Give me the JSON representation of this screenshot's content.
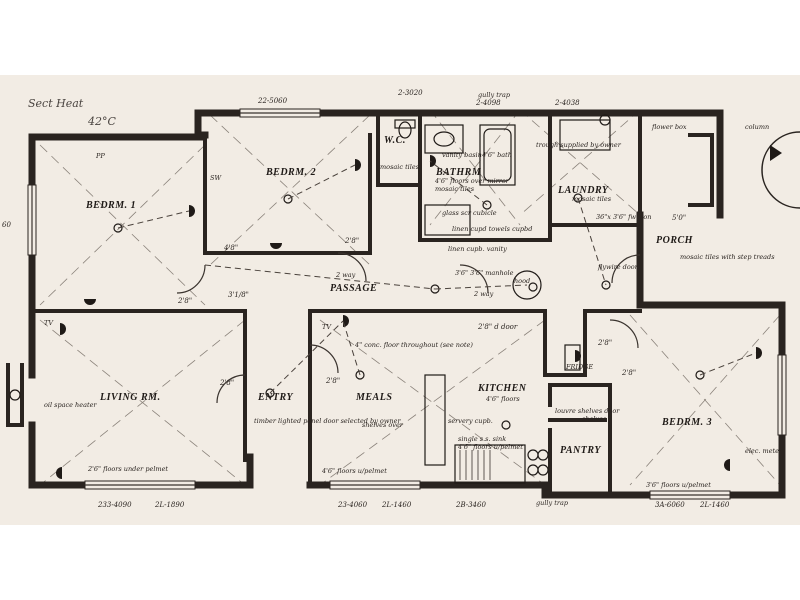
{
  "rooms": {
    "bed1": "BEDRM. 1",
    "bed2": "BEDRM. 2",
    "bed3": "BEDRM. 3",
    "wc": "W.C.",
    "bath": "BATHRM",
    "laundry": "LAUNDRY",
    "porch": "PORCH",
    "passage": "PASSAGE",
    "living": "LIVING RM.",
    "entry": "ENTRY",
    "meals": "MEALS",
    "kitchen": "KITCHEN",
    "pantry": "PANTRY"
  },
  "handwriting": {
    "line1": "Sect Heat",
    "line2": "42°C"
  },
  "dimensions": {
    "top_bed2": "22-5060",
    "top_wc": "2-3020",
    "top_bath": "2-4098",
    "top_laundry": "2-4038",
    "bottom_living": "233-4090",
    "bottom_living2": "2L-1890",
    "bottom_meals": "23-4060",
    "bottom_meals2": "2L-1460",
    "bottom_kitchen": "2B-3460",
    "bottom_bed3": "3A-6060",
    "bottom_bed3b": "2L-1460",
    "door_bed2": "2'8\"",
    "door_bed1": "2'8\"",
    "door_living": "2'8\"",
    "door_meals": "2'8\"",
    "door_passage": "2'8\" d door",
    "door_porch": "2'8\"",
    "door_bed3": "2'8\"",
    "side_bed1": "4'8\"",
    "side_bed2": "3'1/8\"",
    "side_porch": "5'0\"",
    "left_60": "60"
  },
  "notes": {
    "bath_floors": "4'6\" floors over mirror",
    "bath_mosaic": "mosaic tiles",
    "bath_vanity": "vanity basin",
    "bath_bath": "4'6\" bath",
    "bath_glass": "glass scr cubicle",
    "bath_linen": "linen cupd towels cupbd",
    "wc_mosaic": "mosaic tiles",
    "laundry_trough": "trough supplied by owner",
    "laundry_mosaic": "mosaic tiles",
    "laundry_iron": "36\"x 3'6\" fw iron",
    "flower_box": "flower box",
    "column": "column",
    "porch_tiles": "mosaic tiles with step treads",
    "porch_door": "flywire door",
    "linen": "linen cupb. vanity",
    "manhole": "3'6\" 3'6\" manhole",
    "hood": "hood",
    "passage_2way": "2 way",
    "passage_2way2": "2 way",
    "floor_note": "4\" conc. floor throughout (see note)",
    "entry_timber": "timber lighted panel door selected by owner",
    "living_oil": "oil space heater",
    "living_floors": "2'6\" floors under pelmet",
    "meals_floors": "4'6\" floors u/pelmet",
    "meals_shelves": "shelves over",
    "servery": "servery cupb.",
    "kitchen_floors": "4'6\" floors",
    "kitchen_sink": "single s.s. sink",
    "kitchen_floors2": "4'6\" floors u/pelmet",
    "pantry_louvre": "louvre shelves door",
    "pantry_shelves": "shelves",
    "fridge": "FRIDGE",
    "gully": "gully trap",
    "gully2": "gully trap",
    "tv1": "TV",
    "tv2": "TV",
    "bed3_meter": "elec. meter",
    "bed3_floors": "3'6\" floors u/pelmet",
    "sw_label": "SW",
    "pp_label": "PP"
  }
}
